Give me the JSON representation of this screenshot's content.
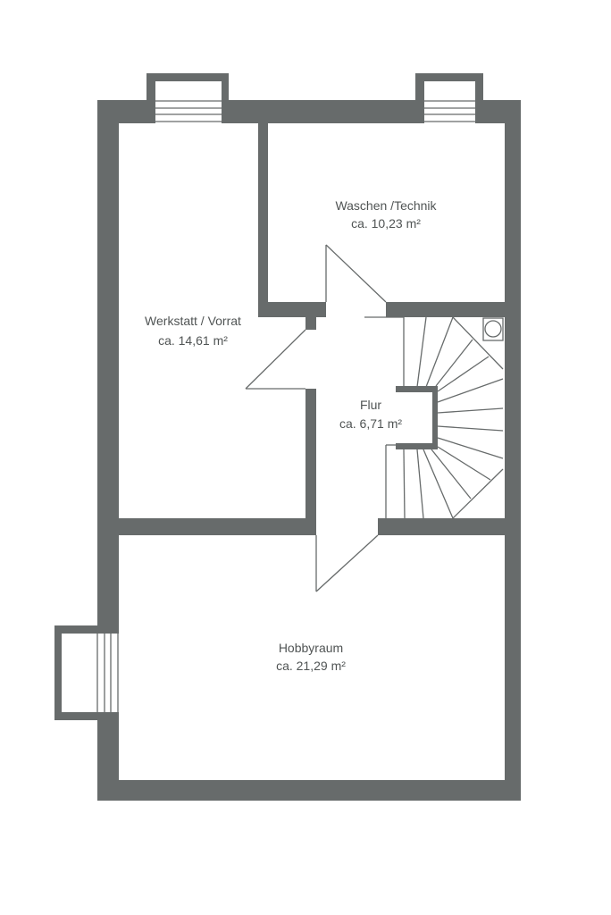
{
  "colors": {
    "wall": "#676b6b",
    "text": "#505454",
    "background": "#ffffff"
  },
  "rooms": [
    {
      "name": "Waschen /Technik",
      "area": "ca. 10,23 m²"
    },
    {
      "name": "Werkstatt / Vorrat",
      "area": "ca.  14,61 m²"
    },
    {
      "name": "Flur",
      "area": "ca. 6,71  m²"
    },
    {
      "name": "Hobbyraum",
      "area": "ca. 21,29 m²"
    }
  ]
}
